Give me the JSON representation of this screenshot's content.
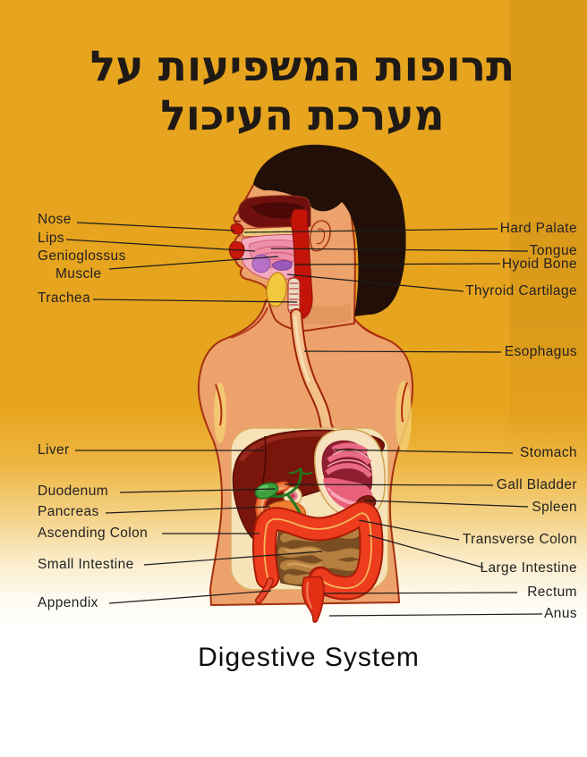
{
  "title": {
    "line1": "תרופות המשפיעות על",
    "line2": "מערכת העיכול"
  },
  "caption": "Digestive System",
  "labels": {
    "left": [
      "Nose",
      "Lips",
      "Genioglossus",
      "Muscle",
      "Trachea",
      "Liver",
      "Duodenum",
      "Pancreas",
      "Ascending Colon",
      "Small Intestine",
      "Appendix"
    ],
    "right": [
      "Hard Palate",
      "Tongue",
      "Hyoid Bone",
      "Thyroid Cartilage",
      "Esophagus",
      "Stomach",
      "Gall Bladder",
      "Spleen",
      "Transverse Colon",
      "Large Intestine",
      "Rectum",
      "Anus"
    ]
  },
  "colors": {
    "background_gold": "#E7A41E",
    "skin": "#EDA26B",
    "body_outline": "#A5300F",
    "hair": "#221008",
    "liver": "#7A150C",
    "stomach_pink": "#E9738D",
    "colon_red": "#EE3D1E",
    "small_intestine_brown": "#B5803F",
    "gallbladder_green": "#3DA03D",
    "pancreas_orange": "#EF8030",
    "label_text": "#222222",
    "title_text": "#1F1A16"
  }
}
